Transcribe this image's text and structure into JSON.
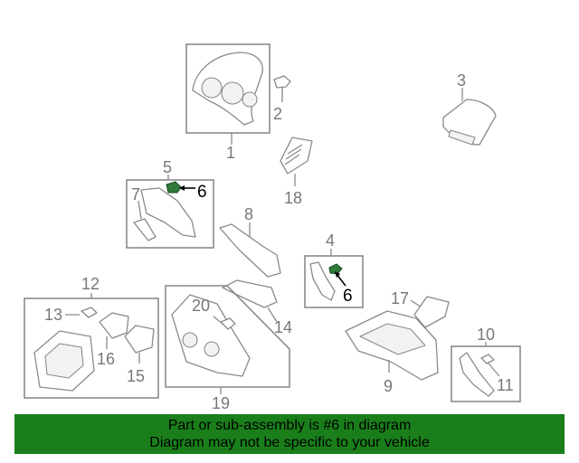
{
  "callouts": {
    "c1": "1",
    "c2": "2",
    "c3": "3",
    "c4": "4",
    "c5": "5",
    "c6a": "6",
    "c6b": "6",
    "c7": "7",
    "c8": "8",
    "c9": "9",
    "c10": "10",
    "c11": "11",
    "c12": "12",
    "c13": "13",
    "c14": "14",
    "c15": "15",
    "c16": "16",
    "c17": "17",
    "c18": "18",
    "c19": "19",
    "c20": "20"
  },
  "banner": {
    "line1": "Part or sub-assembly is #6 in diagram",
    "line2": "Diagram may not be specific to your vehicle"
  },
  "colors": {
    "banner_bg": "#1a7f1a",
    "highlight": "#2f7a3a"
  }
}
